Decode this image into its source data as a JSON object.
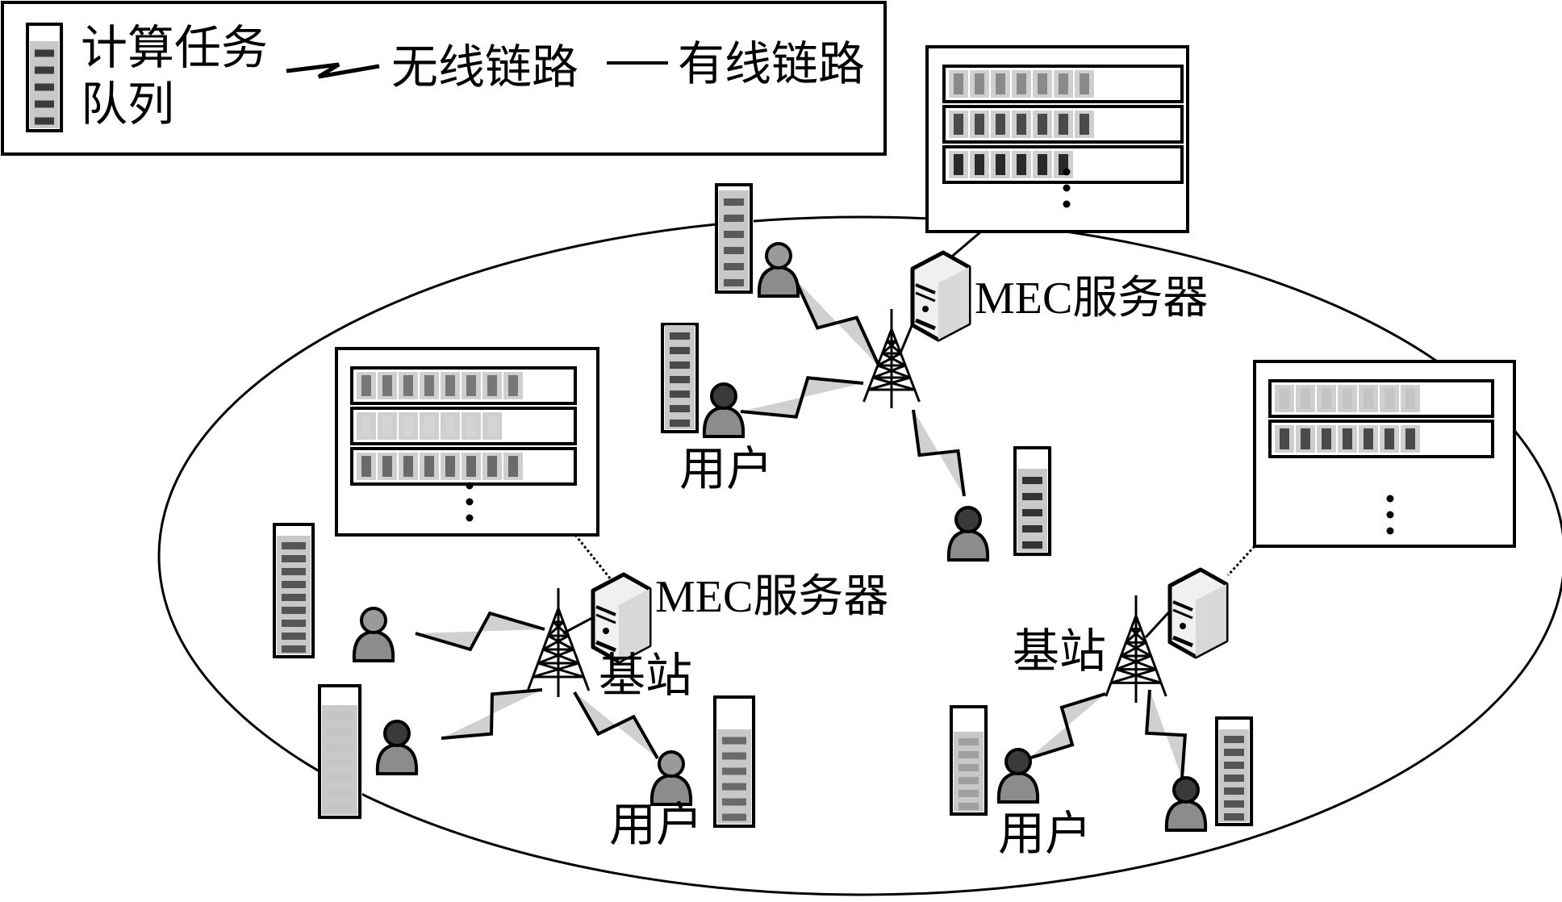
{
  "legend": {
    "queue_label_line1": "计算任务",
    "queue_label_line2": "队列",
    "wireless_label": "无线链路",
    "wired_label": "有线链路"
  },
  "cells": [
    {
      "name": "top",
      "mec_label": "MEC服务器",
      "user_label": "用户",
      "server_queues": [
        {
          "tasks": 7,
          "shade": "#8a8a8a"
        },
        {
          "tasks": 7,
          "shade": "#4a4a4a"
        },
        {
          "tasks": 6,
          "shade": "#2a2a2a"
        }
      ]
    },
    {
      "name": "left",
      "mec_label": "MEC服务器",
      "bs_label": "基站",
      "user_label": "用户",
      "server_queues": [
        {
          "tasks": 8,
          "shade": "#777777"
        },
        {
          "tasks": 7,
          "shade": "#d4d4d4"
        },
        {
          "tasks": 8,
          "shade": "#6a6a6a"
        }
      ]
    },
    {
      "name": "right",
      "bs_label": "基站",
      "user_label": "用户",
      "server_queues": [
        {
          "tasks": 7,
          "shade": "#c4c4c4"
        },
        {
          "tasks": 7,
          "shade": "#4a4a4a"
        }
      ]
    }
  ],
  "colors": {
    "stroke": "#000000",
    "user_fill": "#8c8c8c",
    "queue_bg": "#c8c8c8"
  }
}
